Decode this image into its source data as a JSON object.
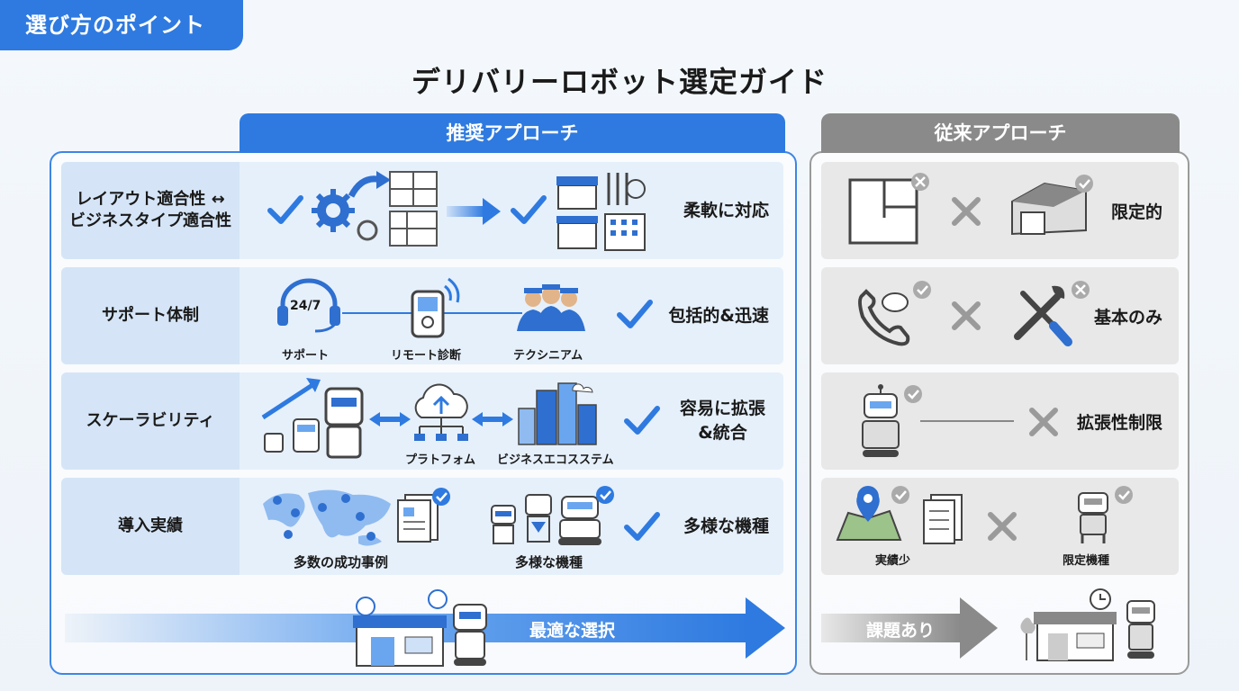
{
  "tag": "選び方のポイント",
  "title": "デリバリーロボット選定ガイド",
  "recommended": {
    "header": "推奨アプローチ",
    "rows": [
      {
        "label": "レイアウト適合性 ↔\nビジネスタイプ適合性",
        "result": "柔軟に対応",
        "captions": []
      },
      {
        "label": "サポート体制",
        "result": "包括的&迅速",
        "captions": [
          "サポート",
          "リモート診断",
          "テクシニアム"
        ],
        "badge": "24/7"
      },
      {
        "label": "スケーラビリティ",
        "result": "容易に拡張\n&統合",
        "captions": [
          "プラトフォム",
          "ビジネスエコスステム"
        ]
      },
      {
        "label": "導入実績",
        "result": "多様な機種",
        "captions": [
          "多数の成功事例",
          "多様な機種"
        ]
      }
    ],
    "footer": "最適な選択"
  },
  "traditional": {
    "header": "従来アプローチ",
    "rows": [
      {
        "result": "限定的",
        "captions": []
      },
      {
        "result": "基本のみ",
        "captions": []
      },
      {
        "result": "拡張性制限",
        "captions": []
      },
      {
        "result": "",
        "captions": [
          "実績少",
          "限定機種"
        ]
      }
    ],
    "footer": "課題あり"
  },
  "colors": {
    "accent": "#2e7ae0",
    "gray": "#8a8a8a",
    "check": "#2e7ae0",
    "cross": "#9a9a9a"
  }
}
